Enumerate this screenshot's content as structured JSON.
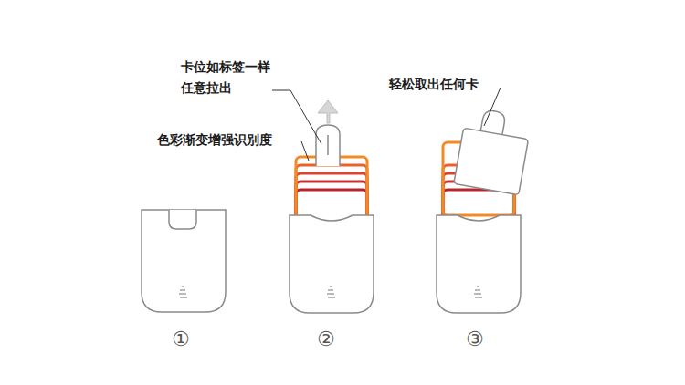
{
  "diagram": {
    "labels": [
      "卡位如标签一样 任意拉出",
      "色彩渐变增强识别度",
      "轻松取出任何卡",
      "①",
      "②",
      "③"
    ]
  }
}
